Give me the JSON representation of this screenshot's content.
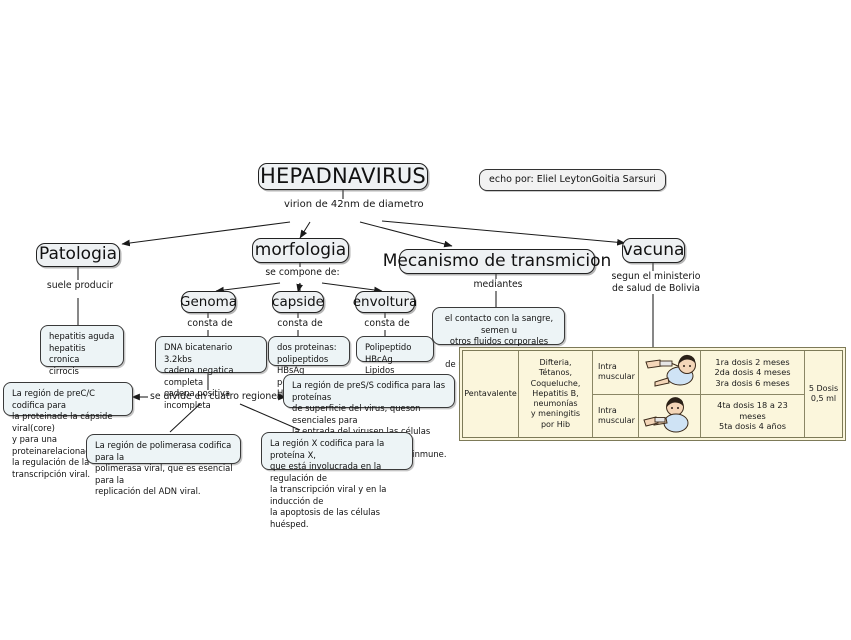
{
  "meta": {
    "title": "HEPADNAVIRUS",
    "credit": "echo por: Eliel LeytonGoitia Sarsuri"
  },
  "nodes": {
    "root": "HEPADNAVIRUS",
    "patologia": "Patologia",
    "morfologia": "morfologia",
    "mecanismo": "Mecanismo de transmicion",
    "vacuna": "vacuna",
    "genoma": "Genoma",
    "capside": "capside",
    "envoltura": "envoltura"
  },
  "links": {
    "virion": "virion de 42nm de diametro",
    "suele_producir": "suele producir",
    "se_compone_de": "se compone de:",
    "consta_de_genoma": "consta de",
    "consta_de_capside": "consta de",
    "consta_de_envoltura": "consta de",
    "mediantes": "mediantes",
    "segun_ministerio": "segun el ministerio\nde salud de Bolivia",
    "cuatro_regiones": "se divide en cuatro regiones"
  },
  "boxes": {
    "patologia_detail": "hepatitis aguda\nhepatitis cronica\ncirrocis",
    "genoma_detail": "DNA bicatenario\n3.2kbs\ncadena negatica completa\ncadena positiva incompleta",
    "capside_detail": "dos proteinas:\npolipeptidos HBsAg\npolipeptido HBcAg",
    "envoltura_detail": "Polipeptido HBcAg\nLipidos",
    "mecanismo_detail": "el contacto con la sangre, semen u\notros fluidos corporales infectados\nde una persona que tiene el virus\nde la hepatitis B.",
    "region_prec": "La región de preC/C codifica para\nla proteinade la cápside viral(core)\ny para una proteinarelacionada con\nla regulación de la transcripción viral.",
    "region_pres": "La región de preS/S codifica para las proteínas\nde superficie del virus, queson esenciales para\nla entrada del virusen las células huésped y para\nla inducción de la respuesta inmune.",
    "region_pol": "La región de polimerasa codifica para la\npolimerasa viral, que es esencial para la\nreplicación del ADN viral.",
    "region_x": "La región X codifica para la proteína X,\nque está involucrada en la regulación de\nla transcripción viral y en la inducción de\nla apoptosis de las células huésped."
  },
  "vaccine_table": {
    "name": "Pentavalente",
    "diseases": "Difteria,\nTétanos,\nCoqueluche,\nHepatitis B,\nneumonías\ny meningitis\npor Hib",
    "route_row1": "Intra\nmuscular",
    "route_row2": "Intra\nmuscular",
    "schedule_row1": "1ra  dosis  2 meses\n2da  dosis 4 meses\n3ra  dosis 6 meses",
    "schedule_row2": "4ta dosis 18 a 23 meses\n5ta dosis 4 años",
    "total": "5 Dosis\n0,5 ml"
  },
  "colors": {
    "node_fill": "#eef1f3",
    "info_fill": "#edf4f6",
    "table_fill": "#fbf6dc",
    "table_border": "#7d7a58",
    "stroke": "#222222"
  }
}
